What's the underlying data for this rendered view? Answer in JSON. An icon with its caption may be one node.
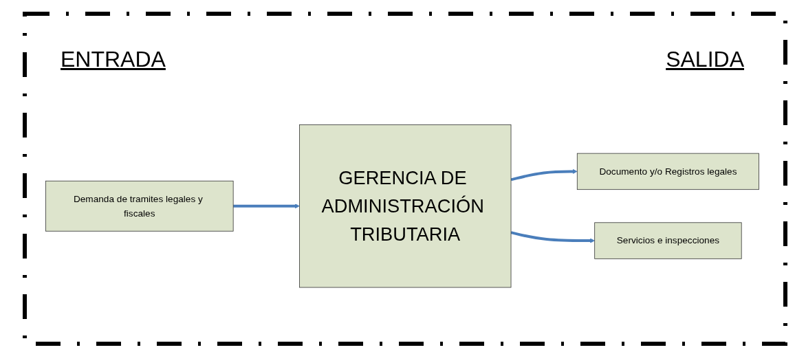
{
  "diagram": {
    "nodes": [
      {
        "text": [
          "Demanda de tramites legales y fiscales"
        ]
      },
      {
        "text": [
          "GERENCIA DE ADMINISTRACIÓN TRIBUTARIA"
        ]
      },
      {
        "text": [
          "Documento y/o Registros legales"
        ]
      },
      {
        "text": [
          "Servicios e inspecciones"
        ]
      }
    ],
    "edges": [
      {
        "from": 0,
        "to": 1,
        "arrow": "to"
      },
      {
        "from": 1,
        "to": 2,
        "arrow": "to"
      },
      {
        "from": 1,
        "to": 3,
        "arrow": "to"
      }
    ],
    "labels": [
      "ENTRADA",
      "SALIDA"
    ]
  }
}
